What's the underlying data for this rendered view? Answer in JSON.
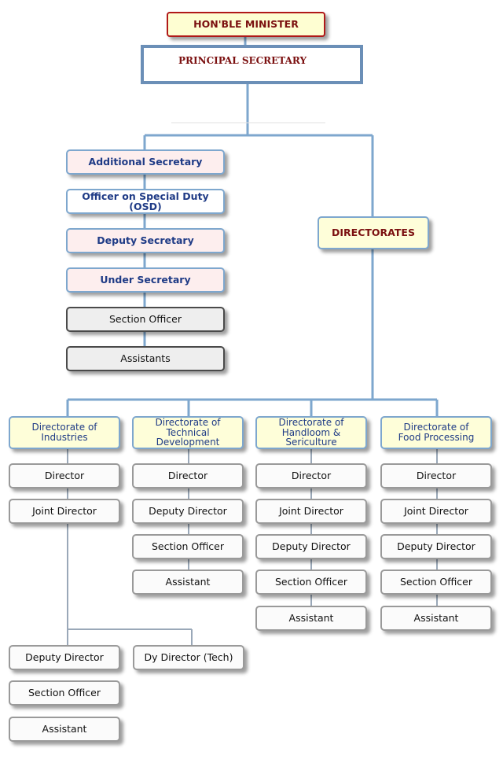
{
  "minister": "HON'BLE MINISTER",
  "principal_secretary": "PRINCIPAL SECRETARY",
  "secretariat": [
    "Additional Secretary",
    "Officer on Special Duty (OSD)",
    "Deputy Secretary",
    "Under Secretary",
    "Section Officer",
    "Assistants"
  ],
  "directorates": "DIRECTORATES",
  "directorate_units": [
    {
      "name": "Directorate of\nIndustries",
      "staff": [
        "Director",
        "Joint Director"
      ],
      "sub_branch": {
        "left": [
          "Deputy Director",
          "Section Officer",
          "Assistant"
        ],
        "right": [
          "Dy Director (Tech)"
        ]
      }
    },
    {
      "name": "Directorate of\nTechnical Development",
      "staff": [
        "Director",
        "Deputy Director",
        "Section Officer",
        "Assistant"
      ]
    },
    {
      "name": "Directorate of\nHandloom & Sericulture",
      "staff": [
        "Director",
        "Joint Director",
        "Deputy Director",
        "Section Officer",
        "Assistant"
      ]
    },
    {
      "name": "Directorate of\nFood Processing",
      "staff": [
        "Director",
        "Joint Director",
        "Deputy Director",
        "Section Officer",
        "Assistant"
      ]
    }
  ],
  "colors": {
    "connector": "#7ea7ce",
    "minister_border": "#b01919",
    "label_blue": "#1f3b86",
    "label_red": "#7b1010",
    "box_yellow": "#fefed9",
    "box_pink": "#fdeeee"
  }
}
